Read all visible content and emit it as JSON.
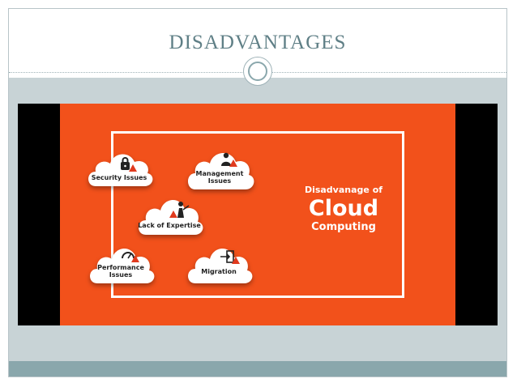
{
  "slide": {
    "title": "DISADVANTAGES"
  },
  "infographic": {
    "headline_top": "Disadvanage of",
    "headline_main": "Cloud",
    "headline_bottom": "Computing",
    "clouds": [
      {
        "label": "Security Issues",
        "icon": "lock-warning-icon"
      },
      {
        "label": "Management Issues",
        "icon": "person-warning-icon"
      },
      {
        "label": "Lack of Expertise",
        "icon": "worker-warning-icon"
      },
      {
        "label": "Performance Issues",
        "icon": "gauge-warning-icon"
      },
      {
        "label": "Migration",
        "icon": "door-arrow-icon"
      }
    ]
  },
  "colors": {
    "title": "#5f7f86",
    "background_band": "#c8d3d6",
    "accent_bar": "#8aa7ac",
    "orange": "#f2511b"
  }
}
